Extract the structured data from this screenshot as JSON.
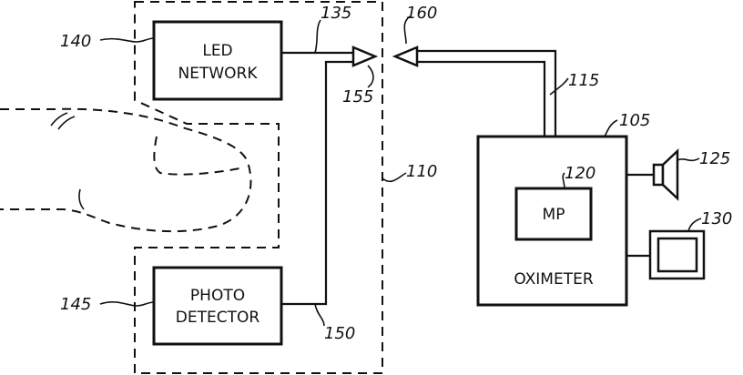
{
  "blocks": {
    "led_network": {
      "line1": "LED",
      "line2": "NETWORK"
    },
    "photo_detector": {
      "line1": "PHOTO",
      "line2": "DETECTOR"
    },
    "mp": "MP",
    "oximeter": "OXIMETER"
  },
  "refs": {
    "r105": "105",
    "r110": "110",
    "r115": "115",
    "r120": "120",
    "r125": "125",
    "r130": "130",
    "r135": "135",
    "r140": "140",
    "r145": "145",
    "r150": "150",
    "r155": "155",
    "r160": "160"
  }
}
